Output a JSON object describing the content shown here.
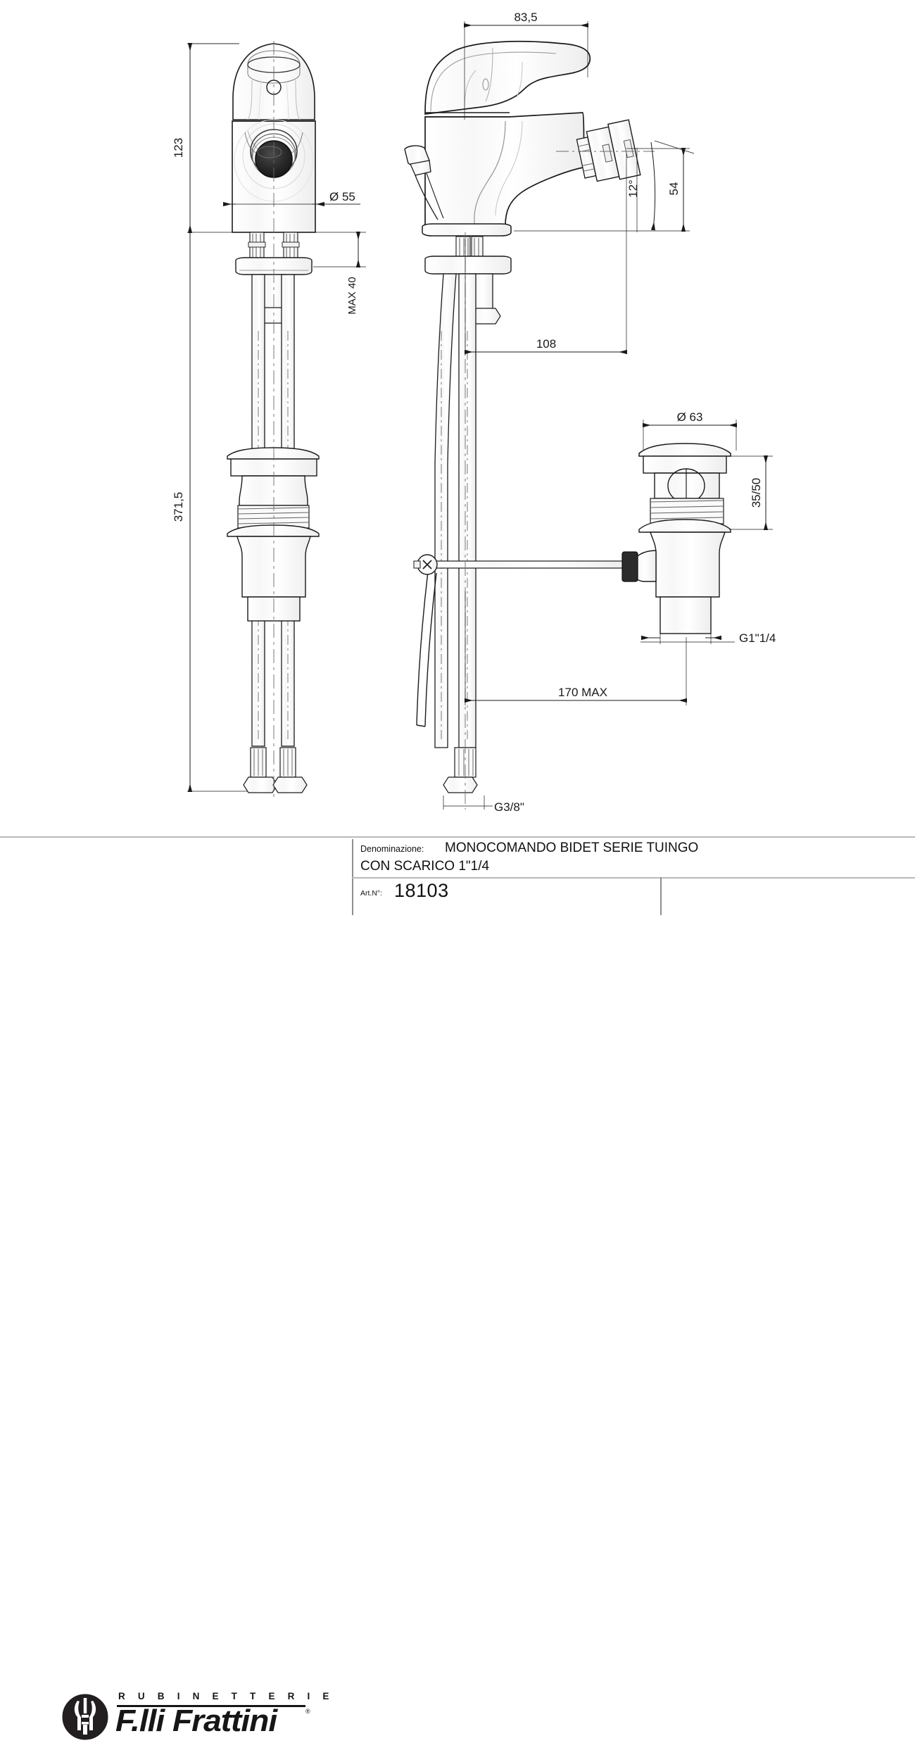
{
  "drawing": {
    "type": "technical-drawing",
    "subject": "single-lever bidet mixer with 1\"1/4 pop-up waste",
    "views": [
      {
        "name": "front-view",
        "label": "front elevation of mixer and waste"
      },
      {
        "name": "side-view",
        "label": "side elevation of mixer, pull rod and waste"
      }
    ]
  },
  "dimensions": {
    "height_total_front": "123",
    "body_diameter": "Ø 55",
    "max_thickness": "MAX 40",
    "overall_length": "371,5",
    "handle_reach": "83,5",
    "spout_angle": "12°",
    "spout_height": "54",
    "spout_projection": "108",
    "waste_flange_diameter": "Ø 63",
    "waste_range": "35/50",
    "waste_thread": "G1\"1/4",
    "rod_length": "170 MAX",
    "supply_thread": "G3/8\""
  },
  "title_block": {
    "denominazione_label": "Denominazione:",
    "denominazione_line1": "MONOCOMANDO BIDET SERIE TUINGO",
    "denominazione_line2": "CON SCARICO 1\"1/4",
    "articolo_label": "Art.N°:",
    "articolo_value": "18103"
  },
  "brand": {
    "tagline": "R U B I N E T T E R I E",
    "name": "F.lli Frattini",
    "registered_mark": "®"
  },
  "colors": {
    "line": "#1a1a1a",
    "thin_line": "#555555",
    "center_line": "#6b6b6b",
    "dark_fill": "#2b2b2b",
    "paper": "#ffffff",
    "rule": "#b9b9b9"
  }
}
